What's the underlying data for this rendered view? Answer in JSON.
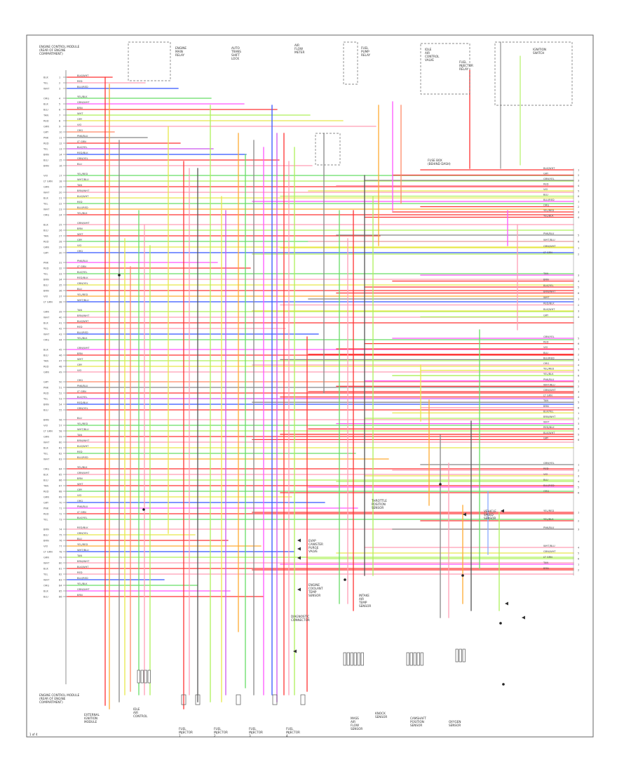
{
  "diagram": {
    "page_number": "1 of 4",
    "ecm_label": [
      "ENGINE CONTROL MODULE",
      "(REAR OF ENGINE",
      "COMPARTMENT)"
    ],
    "top_components": [
      "ENGINE MAIN RELAY",
      "AUTO TRANS SHIFT LOCK",
      "AIR FLOW METER",
      "FUEL PUMP RELAY",
      "IDLE AIR CONTROL VALVE",
      "FUEL INJECTOR RELAY",
      "IGNITION SWITCH"
    ],
    "bottom_components": [
      "EXTERNAL IGNITION MODULE",
      "IDLE AIR CONTROL",
      "FUEL INJECTOR 1",
      "FUEL INJECTOR 2",
      "FUEL INJECTOR 3",
      "FUEL INJECTOR 4",
      "MASS AIR FLOW SENSOR",
      "KNOCK SENSOR",
      "CAMSHAFT POSITION SENSOR",
      "OXYGEN SENSOR"
    ],
    "mid_components": [
      "THROTTLE POSITION SENSOR",
      "EVAP CANISTER PURGE VALVE",
      "ENGINE COOLANT TEMP SENSOR",
      "INTAKE AIR TEMP SENSOR",
      "DIAGNOSTIC CONNECTOR",
      "VEHICLE SPEED SENSOR"
    ],
    "wire_codes": [
      "BLK/WHT",
      "RED",
      "BLU/RED",
      "YEL/BLK",
      "GRN/WHT",
      "BRN",
      "WHT",
      "GRY",
      "VIO",
      "ORG",
      "PNK/BLU",
      "LT GRN",
      "BLK/YEL",
      "RED/BLK",
      "GRN/YEL",
      "BLU",
      "YEL/RED",
      "WHT/BLU",
      "TAN",
      "BRN/WHT"
    ],
    "pin_numbers": [
      "1",
      "2",
      "3",
      "4",
      "5",
      "6",
      "7",
      "8",
      "9",
      "10",
      "11",
      "12",
      "13",
      "14",
      "15",
      "16",
      "17",
      "18",
      "19",
      "20",
      "21",
      "22",
      "23",
      "24",
      "25",
      "26",
      "27",
      "28",
      "29",
      "30",
      "31",
      "32",
      "33",
      "34",
      "35",
      "36",
      "37",
      "38",
      "39",
      "40",
      "41",
      "42",
      "43",
      "44",
      "45",
      "46",
      "47",
      "48",
      "49",
      "50",
      "51",
      "52",
      "53",
      "54",
      "55",
      "56",
      "57",
      "58",
      "59",
      "60",
      "61",
      "62",
      "63",
      "64",
      "65",
      "66",
      "67",
      "68",
      "69",
      "70",
      "71",
      "72",
      "73",
      "74",
      "75",
      "76",
      "77",
      "78",
      "79",
      "80",
      "81",
      "82",
      "83",
      "84",
      "85",
      "86",
      "87",
      "88"
    ],
    "colors": {
      "red": "#ff3333",
      "pink": "#ff9eb5",
      "blue": "#3355ff",
      "green": "#66dd66",
      "lime": "#aef05a",
      "yellow": "#e8e84a",
      "orange": "#ffaa33",
      "violet": "#cc55ee",
      "magenta": "#ff55ff",
      "gray": "#888888",
      "dark": "#555555",
      "brown": "#aa7744",
      "light_blue": "#88aaff",
      "salmon": "#ff8866"
    }
  }
}
